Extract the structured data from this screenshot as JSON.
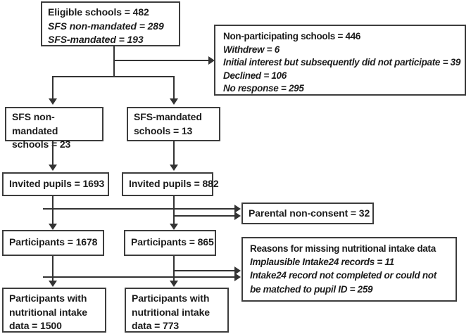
{
  "figure": {
    "type": "study-flow-diagram",
    "background_color": "#ffffff",
    "box_border_color": "#3d3d3d",
    "text_color": "#1c1c1c"
  },
  "boxes": {
    "eligible": {
      "lines": [
        "Eligible schools = 482",
        "SFS non-mandated = 289",
        "SFS-mandated = 193"
      ]
    },
    "non_participating": {
      "lines": [
        "Non-participating schools = 446",
        "Withdrew = 6",
        "Initial interest but subsequently did not participate = 39",
        "Declined = 106",
        "No response = 295"
      ]
    },
    "sfs_non_mandated": {
      "text": "SFS non-mandated schools = 23"
    },
    "sfs_mandated": {
      "text": "SFS-mandated schools = 13"
    },
    "invited_non_mandated": {
      "text": "Invited pupils = 1693"
    },
    "invited_mandated": {
      "text": "Invited pupils = 882"
    },
    "parental_non_consent": {
      "text": "Parental non-consent = 32"
    },
    "participants_non_mandated": {
      "text": "Participants = 1678"
    },
    "participants_mandated": {
      "text": "Participants = 865"
    },
    "reasons_missing": {
      "lines": [
        "Reasons for missing nutritional intake data",
        "Implausible Intake24 records = 11",
        "Intake24 record not completed or could not be matched to pupil ID = 259"
      ]
    },
    "final_non_mandated": {
      "text": "Participants with nutritional intake data = 1500"
    },
    "final_mandated": {
      "text": "Participants with nutritional intake data = 773"
    }
  }
}
